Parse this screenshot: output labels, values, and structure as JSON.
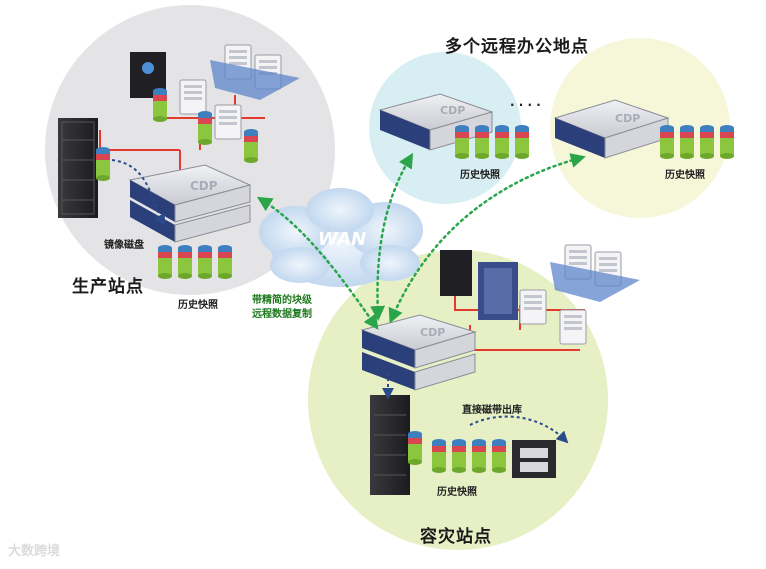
{
  "labels": {
    "remote_offices": "多个远程办公地点",
    "production_site": "生产站点",
    "dr_site": "容灾站点",
    "wan": "WAN",
    "mirror_disk": "镜像磁盘",
    "history_snapshot": "历史快照",
    "replication_line1": "带精简的块级",
    "replication_line2": "远程数据复制",
    "direct_tape": "直接磁带出库",
    "ellipsis": ". . . .",
    "appliance_text": "CDP",
    "watermark": "大数跨境"
  },
  "colors": {
    "production_circle": "#e4e4e6",
    "remote_circle_1": "#d7eef2",
    "remote_circle_2": "#f6f6d8",
    "dr_circle": "#e6f0c4",
    "lan_line": "#e43a2e",
    "replication_arrow": "#2aa54a",
    "cloud": "#dbe8f6",
    "disk_blue": "#3e7fc0",
    "disk_red": "#d9464f",
    "disk_green": "#8cc63e"
  }
}
